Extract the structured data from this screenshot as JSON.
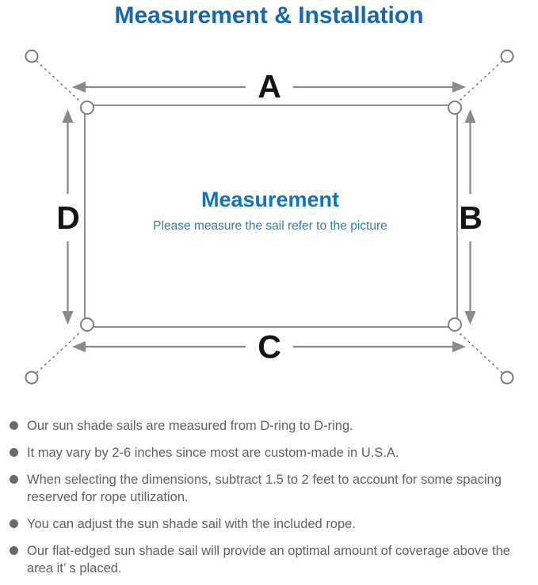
{
  "title": "Measurement & Installation",
  "colors": {
    "title_blue": "#1767b0",
    "center_title_blue": "#1173b9",
    "center_subtitle_blue": "#2f7cb3",
    "diagram_line_gray": "#8a8a8a",
    "dimension_label_black": "#151515",
    "note_text_gray": "#616161"
  },
  "diagram": {
    "side_labels": {
      "top": "A",
      "right": "B",
      "bottom": "C",
      "left": "D"
    },
    "center_title": "Measurement",
    "center_subtitle": "Please measure the sail refer to the picture"
  },
  "notes": {
    "items": [
      "Our sun shade sails are measured from D-ring to D-ring.",
      "It may vary by 2-6 inches since most are custom-made in U.S.A.",
      "When selecting the dimensions, subtract 1.5 to 2 feet to account for some spacing reserved for rope utilization.",
      "You can adjust the sun shade sail with the included rope.",
      "Our flat-edged sun shade sail will provide an optimal amount of coverage above the area it’ s placed."
    ]
  }
}
